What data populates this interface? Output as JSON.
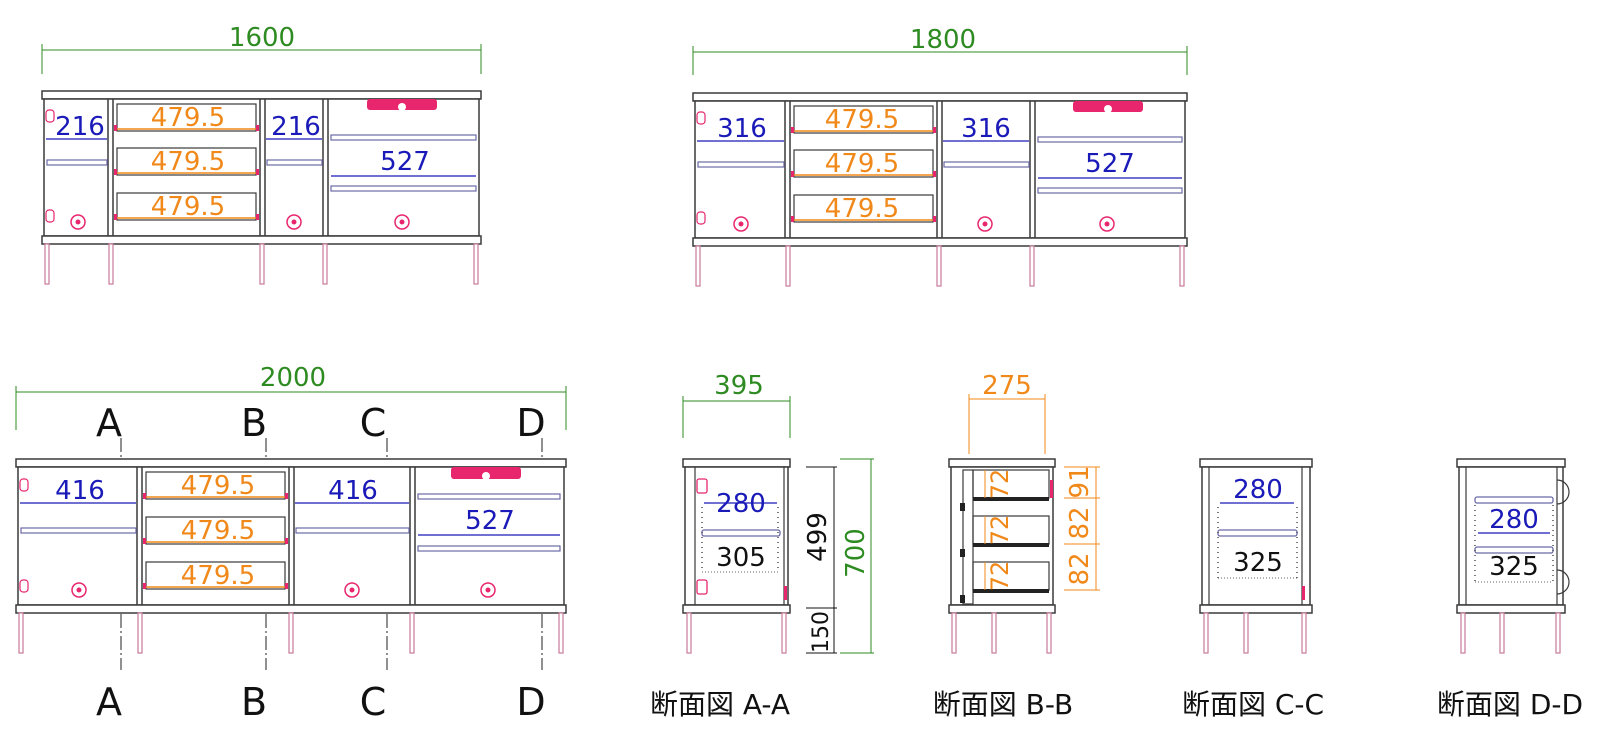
{
  "colors": {
    "outline": "#3a3a3a",
    "green": "#2e8b22",
    "blue": "#1a1ab8",
    "orange": "#f0891a",
    "magenta": "#e8266e",
    "shelf": "#6a6aa8",
    "black": "#111111"
  },
  "cabinet_1600": {
    "width_label": "1600",
    "left_compartment": "216",
    "drawers": [
      "479.5",
      "479.5",
      "479.5"
    ],
    "middle_compartment": "216",
    "right_compartment": "527"
  },
  "cabinet_1800": {
    "width_label": "1800",
    "left_compartment": "316",
    "drawers": [
      "479.5",
      "479.5",
      "479.5"
    ],
    "middle_compartment": "316",
    "right_compartment": "527"
  },
  "cabinet_2000": {
    "width_label": "2000",
    "left_compartment": "416",
    "drawers": [
      "479.5",
      "479.5",
      "479.5"
    ],
    "middle_compartment": "416",
    "right_compartment": "527",
    "section_markers": [
      "A",
      "B",
      "C",
      "D"
    ]
  },
  "section_aa": {
    "depth_label": "395",
    "shelf_depth": "280",
    "inner_depth": "305",
    "body_height": "499",
    "total_height": "700",
    "leg_height": "150",
    "caption": "断面図 A-A"
  },
  "section_bb": {
    "depth_label": "275",
    "drawer_heights": [
      "72",
      "72",
      "72"
    ],
    "pitch_labels": [
      "91",
      "82",
      "82"
    ],
    "caption": "断面図 B-B"
  },
  "section_cc": {
    "shelf_depth": "280",
    "inner_depth": "325",
    "caption": "断面図 C-C"
  },
  "section_dd": {
    "shelf_depth": "280",
    "inner_depth": "325",
    "caption": "断面図 D-D"
  }
}
